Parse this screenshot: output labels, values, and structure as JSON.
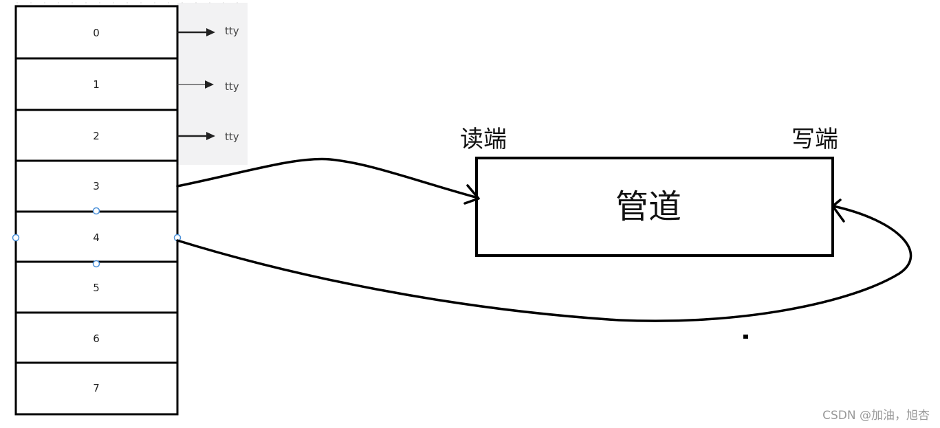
{
  "fd_table": {
    "slots": [
      "0",
      "1",
      "2",
      "3",
      "4",
      "5",
      "6",
      "7"
    ]
  },
  "tty": {
    "labels": [
      "tty",
      "tty",
      "tty"
    ]
  },
  "pipe": {
    "label": "管道",
    "read_end": "读端",
    "write_end": "写端"
  },
  "watermark": {
    "text": "CSDN @加油，旭杏"
  },
  "colors": {
    "stroke": "#000000",
    "tty_panel": "#f2f2f3",
    "handle": "#4a90d9"
  }
}
